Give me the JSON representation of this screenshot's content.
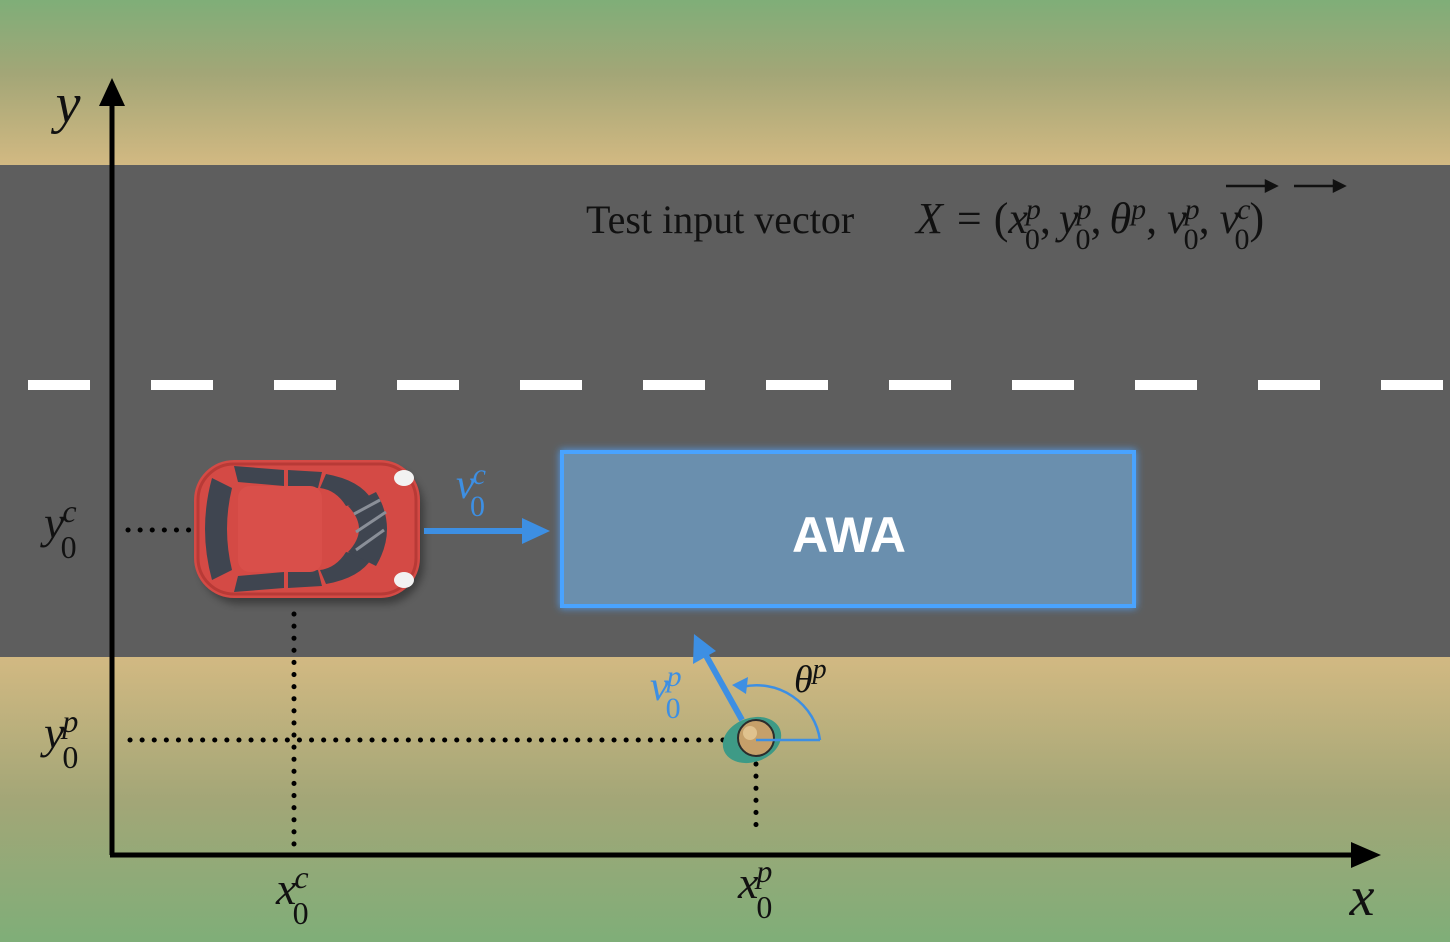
{
  "colors": {
    "grass": "#7fae78",
    "sand": "#d2b982",
    "road": "#5e5e5e",
    "lane_marking": "#ffffff",
    "axis": "#000000",
    "vector_blue": "#3d8fe3",
    "awa_fill": "#6a8fae",
    "awa_border": "#4aa3ff",
    "car_body": "#d44a45",
    "pedestrian": "#c6a06a"
  },
  "axes": {
    "x_label": "x",
    "y_label": "y"
  },
  "equation": {
    "prefix": "Test input vector",
    "X": "X",
    "equals": "=",
    "open": "(",
    "x": "x",
    "x_sub": "0",
    "x_sup": "p",
    "y": "y",
    "y_sub": "0",
    "y_sup": "p",
    "theta": "θ",
    "theta_sup": "p",
    "vp": "v",
    "vp_sub": "0",
    "vp_sup": "p",
    "vc": "v",
    "vc_sub": "0",
    "vc_sup": "c",
    "comma": ",",
    "close": ")"
  },
  "awa_label": "AWA",
  "labels": {
    "y0c": {
      "base": "y",
      "sup": "c",
      "sub": "0"
    },
    "y0p": {
      "base": "y",
      "sup": "p",
      "sub": "0"
    },
    "x0c": {
      "base": "x",
      "sup": "c",
      "sub": "0"
    },
    "x0p": {
      "base": "x",
      "sup": "p",
      "sub": "0"
    },
    "v0c": {
      "base": "v",
      "sup": "c",
      "sub": "0"
    },
    "v0p": {
      "base": "v",
      "sup": "p",
      "sub": "0"
    },
    "theta_p": {
      "base": "θ",
      "sup": "p"
    }
  },
  "icons": {
    "car": "red-car-top-view-icon",
    "pedestrian": "pedestrian-top-view-icon"
  }
}
